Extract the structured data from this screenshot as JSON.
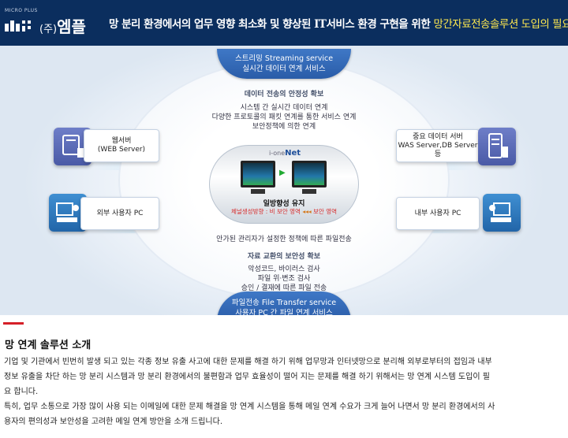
{
  "header": {
    "logo_small": "MICRO PLUS",
    "logo_paren": "(주)",
    "logo_name": "엠플",
    "title_main": "망 분리 환경에서의 업무 영향 최소화 및 향상된 IT서비스 환경 구현을 위한 ",
    "title_highlight": "망간자료전송솔루션 도입의 필요"
  },
  "diagram": {
    "top_cap": {
      "line1": "스트리밍 Streaming service",
      "line2": "실시간 데이터 연계 서비스"
    },
    "upper_band": {
      "title": "데이터 전송의 안정성 확보",
      "lines": [
        "시스템 간 실시간 데이터 연계",
        "다양한 프로토콜의 패킷 연계를 통한 서비스 연계",
        "보안정책에 의한 연계"
      ]
    },
    "tube": {
      "label_prefix": "i-one",
      "label_brand": "Net",
      "main": "일방향성 유지",
      "sub_left": "체널생성방향 : 비 보안 영역",
      "sub_arrow": "◂◂◂",
      "sub_right": "보안 영역"
    },
    "middle_note": "안가된 관리자가 설정한 정책에 따른 파일전송",
    "lower_band": {
      "title": "자료 교환의 보안성 확보",
      "lines": [
        "악성코드, 바이러스 검사",
        "파일 위·변조 검사",
        "승인 / 결재에 따른 파일 전송"
      ]
    },
    "bottom_cap": {
      "line1": "파일전송 File Transfer service",
      "line2": "사용자 PC 간 파일 연계 서비스"
    },
    "left_top_box": {
      "line1": "웹서버",
      "line2": "(WEB Server)"
    },
    "left_bottom_box": {
      "line1": "외부 사용자 PC"
    },
    "right_top_box": {
      "line1": "중요 데이터 서버",
      "line2": "WAS Server,DB Server 등"
    },
    "right_bottom_box": {
      "line1": "내부 사용자 PC"
    },
    "colors": {
      "cap": "#2f64b0",
      "icon_purple": "#5a69b6",
      "icon_blue": "#2f7cc2",
      "beam": "#8cd2f5"
    }
  },
  "section": {
    "title": "망 연계 솔루션 소개",
    "para1_line1": "기업 및 기관에서 빈번히 발생 되고 있는 각종 정보 유출 사고에 대한 문제를 해결 하기 위해 업무망과 인터넷망으로 분리해 외부로부터의 접임과 내부",
    "para1_line2": "정보 유출을 차단 하는 망 분리 시스템과 망 분리 환경에서의 불편함과 업무 효율성이 떨어 지는 문제를 해결 하기 위해서는 망 연계 시스템 도입이 필",
    "para1_line3": "요 합니다.",
    "para2_line1": "특히, 업무 소통으로 가장 많이 사용 되는 이메일에 대한 문제 해결을 망 연계 시스템을 통해 메일 연계 수요가 크게 늘어 나면서 망 분리 환경에서의 사",
    "para2_line2": "용자의 편의성과 보안성을 고려한 메일 연계 방안을 소개 드립니다."
  }
}
